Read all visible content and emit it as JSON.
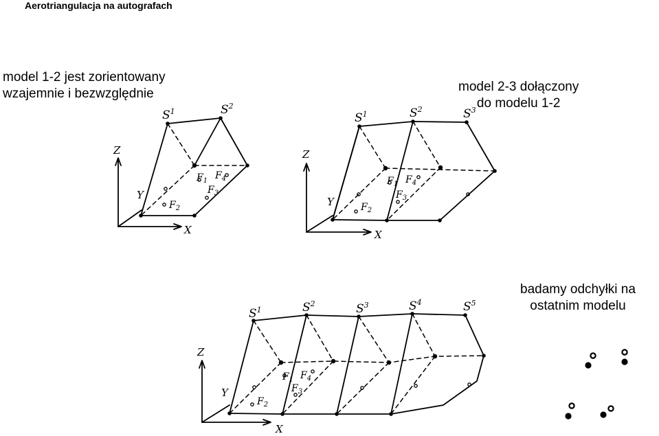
{
  "title": "Aerotriangulacja  na autografach",
  "captions": {
    "model_1_2": [
      "model 1-2 jest zorientowany",
      "wzajemnie i bezwzględnie"
    ],
    "model_2_3": [
      "model 2-3 dołączony",
      "do modelu 1-2"
    ],
    "last_model": [
      "badamy odchyłki na",
      "ostatnim modelu"
    ]
  },
  "diagram_labels": {
    "s1": "S",
    "s1_sup": "1",
    "s2": "S",
    "s2_sup": "2",
    "s3": "S",
    "s3_sup": "3",
    "s4": "S",
    "s4_sup": "4",
    "s5": "S",
    "s5_sup": "5",
    "z": "Z",
    "y": "Y",
    "x": "X",
    "f": "F",
    "f1": "1",
    "f2": "2",
    "f3": "3",
    "f4": "4"
  }
}
